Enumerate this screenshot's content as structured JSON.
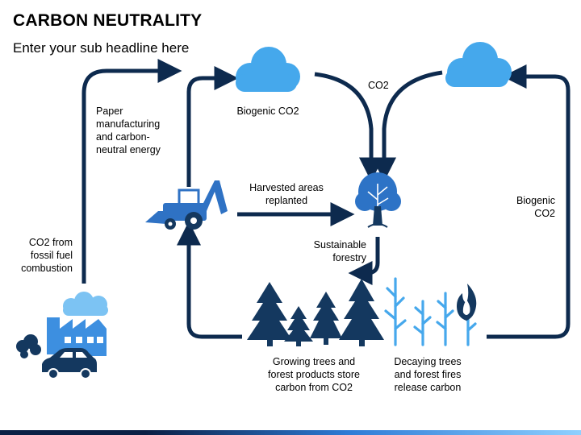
{
  "header": {
    "title": "CARBON NEUTRALITY",
    "subtitle": "Enter your sub headline here"
  },
  "labels": {
    "paper_manufacturing": "Paper manufacturing and carbon-neutral energy",
    "biogenic_left": "Biogenic CO2",
    "co2_top": "CO2",
    "harvested": "Harvested areas replanted",
    "biogenic_right": "Biogenic CO2",
    "co2_fossil": "CO2 from fossil fuel combustion",
    "sustainable": "Sustainable forestry",
    "growing": "Growing trees and forest products store carbon from CO2",
    "decaying": "Decaying trees and forest fires release carbon"
  },
  "colors": {
    "navy": "#0d2a4e",
    "cloud": "#45a8ec",
    "cloud_light": "#7cc3f3",
    "tree_dark": "#14385f",
    "dead_tree": "#46a8ec",
    "factory": "#3d8fe0",
    "tractor": "#2f72c4",
    "round_tree": "#2d73c6"
  },
  "icons": {
    "factory": "factory-icon",
    "car": "car-icon",
    "smoke": "smoke-icon",
    "tractor": "tractor-icon",
    "cloud": "cloud-icon",
    "tree": "tree-icon",
    "pine": "pine-tree-icon",
    "dead_tree": "dead-tree-icon",
    "fire": "fire-icon"
  }
}
